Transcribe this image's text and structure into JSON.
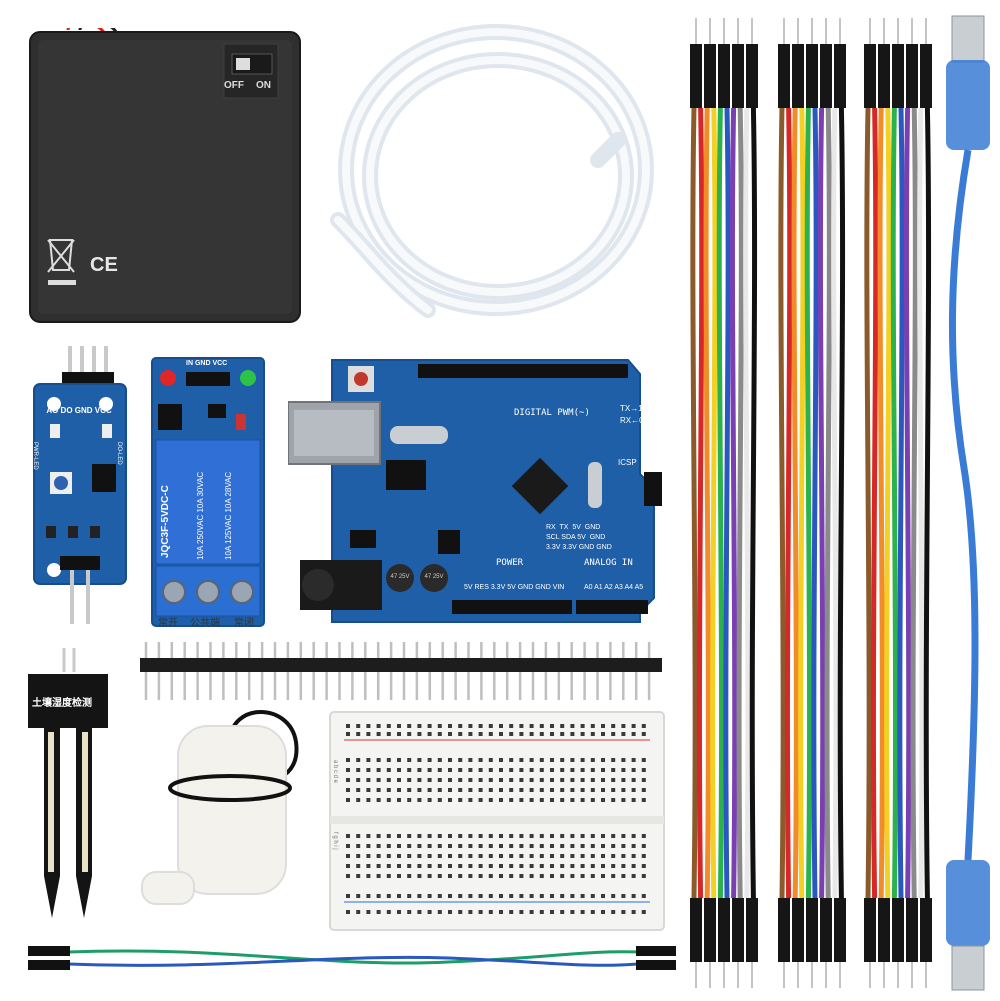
{
  "battery_box": {
    "switch_off": "OFF",
    "switch_on": "ON",
    "ce_mark": "CE",
    "icon": "weee-bin-icon"
  },
  "sensor_module": {
    "pins": "AO DO GND VCC",
    "pwr_led": "PWR-LED",
    "do_led": "DO-LED"
  },
  "relay_module": {
    "pins": "IN GND VCC",
    "relay_model": "JQC3F-5VDC-C",
    "rating_1": "10A 250VAC 10A 30VAC",
    "rating_2": "10A 125VAC 10A 28VAC",
    "terminal_left": "常开",
    "terminal_mid": "公共端",
    "terminal_right": "常闭"
  },
  "uno_board": {
    "digital_label": "DIGITAL PWM(~)",
    "power_label": "POWER",
    "analog_label": "ANALOG IN",
    "tx_label": "TX→1",
    "rx_label": "RX←0",
    "icsp_label": "ICSP",
    "pin_row_power": "5V RES 3.3V 5V GND GND VIN",
    "pin_row_analog": "A0 A1 A2 A3 A4 A5",
    "right_labels": [
      "RX  TX  5V  GND",
      "SCL SDA 5V  GND",
      "3.3V 3.3V GND GND"
    ],
    "cap_1": "47 25V",
    "cap_2": "47 25V"
  },
  "soil_probe": {
    "label": "土壤湿度检测"
  },
  "breadboard": {
    "row_letters_top": "a b c d e",
    "row_letters_bottom": "f g h i j"
  },
  "colors": {
    "pcb_blue": "#1e5fa8",
    "pcb_blue_dark": "#164d8c",
    "battery_black": "#2b2b2b",
    "relay_blue": "#2f6fd6",
    "terminal_blue": "#2a6fd1",
    "header_black": "#1d1d1d",
    "probe_black": "#141414",
    "usb_blue": "#3a7bd5",
    "pump_white": "#f3f2ec",
    "wire_green": "#1d9d6a",
    "wire_blue": "#2a58c0"
  }
}
